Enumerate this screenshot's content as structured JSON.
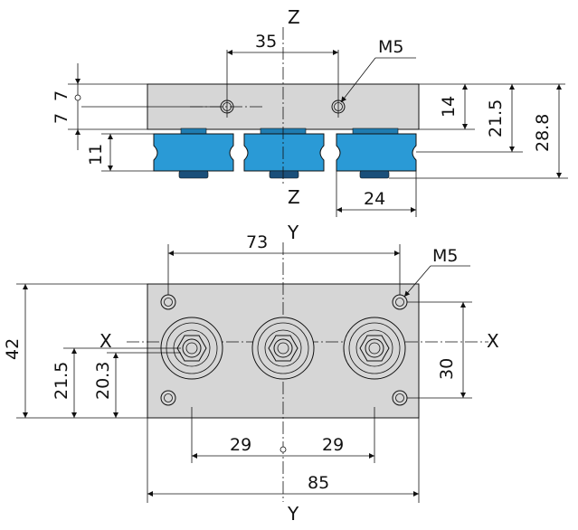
{
  "colors": {
    "plate": "#d6d6d6",
    "roller": "#2a9ad6",
    "roller_dark": "#1f7cb1",
    "nut": "#1a4f7a",
    "lines": "#111111"
  },
  "side_view": {
    "axis_top": "Z",
    "axis_bottom": "Z",
    "dim_hole_spacing": "35",
    "thread_label": "M5",
    "dim_left_a": "7",
    "dim_left_b": "7",
    "dim_roller_h": "11",
    "dim_14": "14",
    "dim_21_5": "21.5",
    "dim_28_8": "28.8",
    "dim_24": "24"
  },
  "top_view": {
    "axis_y_top": "Y",
    "axis_y_bottom": "Y",
    "axis_x_left": "X",
    "axis_x_right": "X",
    "dim_73": "73",
    "thread_label": "M5",
    "dim_42": "42",
    "dim_21_5": "21.5",
    "dim_20_3": "20.3",
    "dim_30": "30",
    "dim_29_left": "29",
    "dim_29_right": "29",
    "dim_85": "85"
  }
}
